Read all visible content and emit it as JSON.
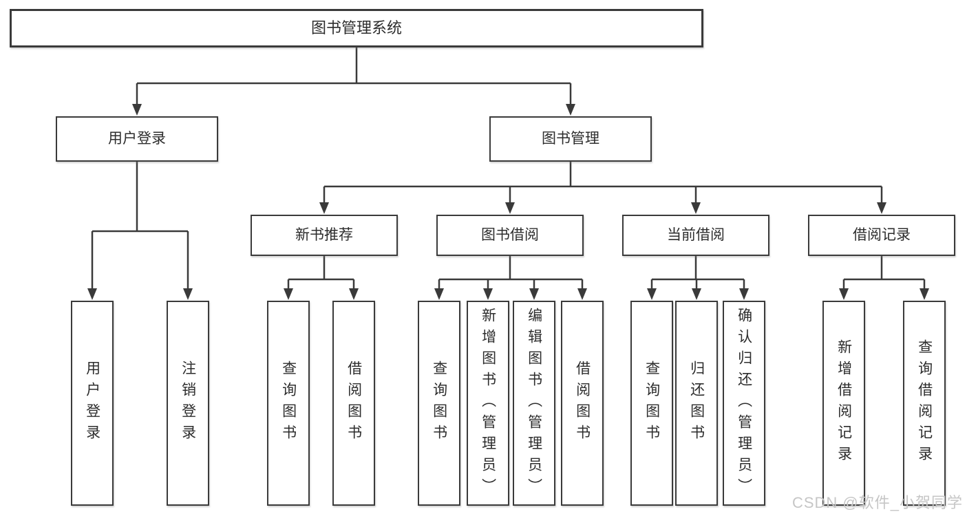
{
  "diagram": {
    "nodes": {
      "root": "图书管理系统",
      "user_login": "用户登录",
      "book_mgmt": "图书管理",
      "new_book": "新书推荐",
      "book_borrow": "图书借阅",
      "current_borrow": "当前借阅",
      "borrow_record": "借阅记录",
      "leaf_user_login": "用户登录",
      "leaf_user_logout": "注销登录",
      "leaf_new_query": "查询图书",
      "leaf_new_borrow": "借阅图书",
      "leaf_bb_query": "查询图书",
      "leaf_bb_add": "新增图书（管理员）",
      "leaf_bb_edit": "编辑图书（管理员）",
      "leaf_bb_borrow": "借阅图书",
      "leaf_cb_query": "查询图书",
      "leaf_cb_return": "归还图书",
      "leaf_cb_confirm": "确认归还（管理员）",
      "leaf_br_add": "新增借阅记录",
      "leaf_br_query": "查询借阅记录"
    },
    "colors": {
      "line": "#3a3a3a",
      "text": "#2c2c2c",
      "watermark": "#c6c6c6"
    },
    "watermark": "CSDN @软件_小贺同学"
  }
}
